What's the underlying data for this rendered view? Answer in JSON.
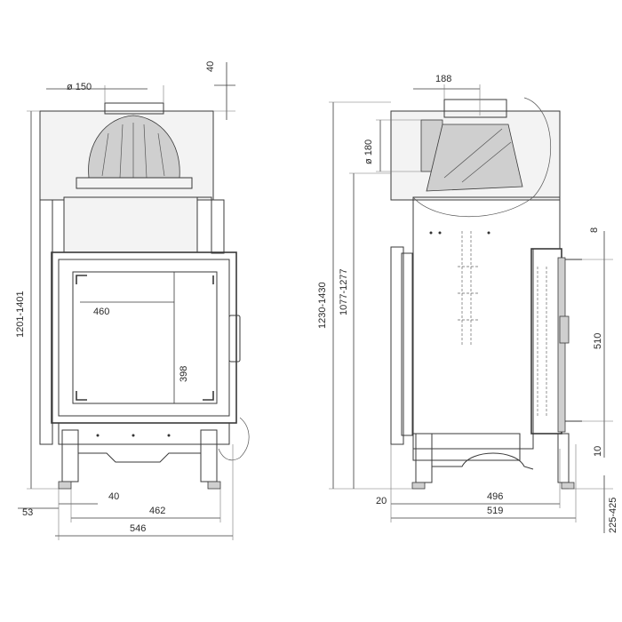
{
  "front_view": {
    "diam_flue": "ø 150",
    "top_offset": "40",
    "height_range": "1201-1401",
    "glass_width": "460",
    "glass_height": "398",
    "left_margin": "53",
    "foot_offset": "40",
    "inner_width": "462",
    "overall_width": "546"
  },
  "side_view": {
    "flue_width": "188",
    "diam_side_flue": "ø 180",
    "height_range_total": "1230-1430",
    "height_range_inner": "1077-1277",
    "top_gap": "8",
    "door_height": "510",
    "bottom_gap": "10",
    "front_offset": "20",
    "depth_inner": "496",
    "depth_total": "519",
    "leg_height": "225-425"
  }
}
